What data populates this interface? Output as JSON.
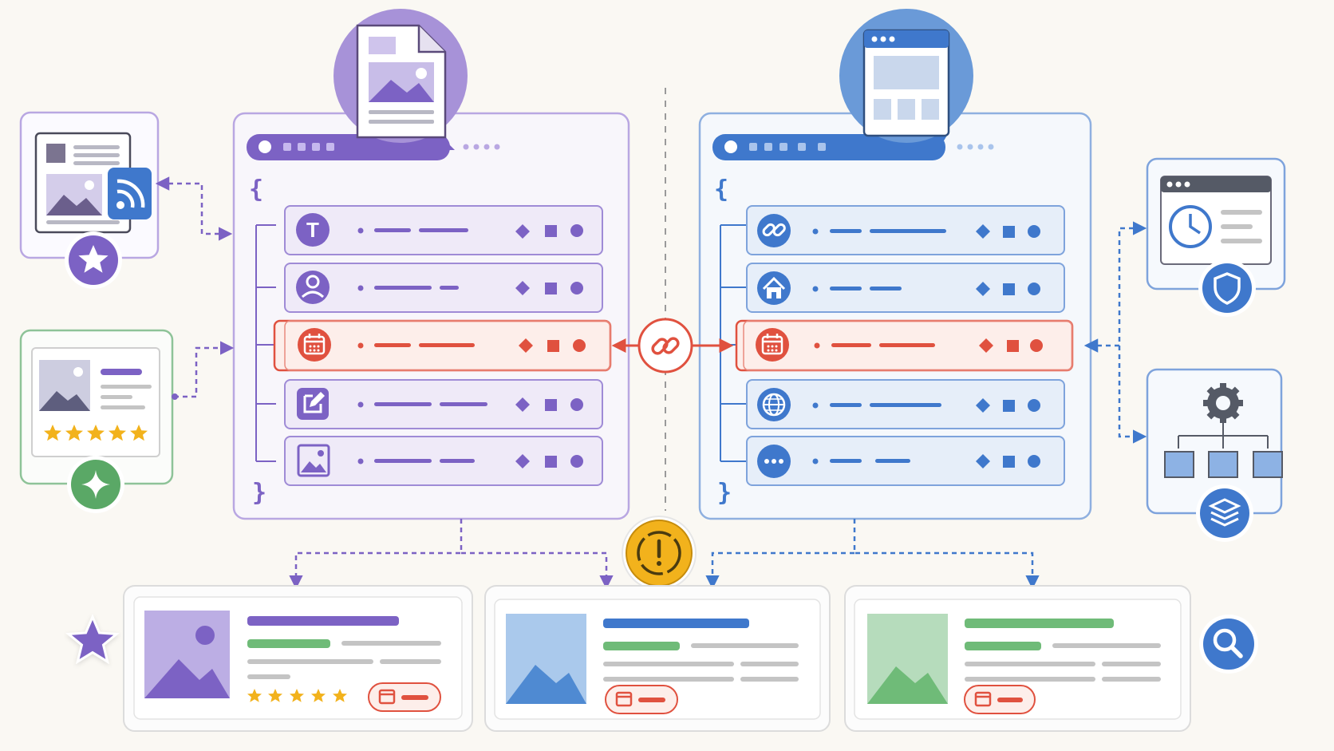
{
  "braces": {
    "open": "{",
    "close": "}"
  },
  "colors": {
    "purple": "#7c62c4",
    "purple_light": "#efeaf8",
    "blue": "#3f78cc",
    "blue_light": "#e6eef9",
    "red": "#e0513f",
    "red_light": "#fdeeea",
    "green": "#5aa866",
    "green_light": "#e3f1e5",
    "gold": "#f2b21c",
    "bg": "#faf8f3"
  },
  "left_panel": {
    "top_icon": "document-image-icon",
    "rows": [
      {
        "icon": "text-type-icon",
        "glyph": "T",
        "highlighted": false
      },
      {
        "icon": "user-icon",
        "highlighted": false
      },
      {
        "icon": "calendar-icon",
        "highlighted": true
      },
      {
        "icon": "edit-icon",
        "highlighted": false
      },
      {
        "icon": "image-icon",
        "highlighted": false
      }
    ]
  },
  "right_panel": {
    "top_icon": "web-page-icon",
    "rows": [
      {
        "icon": "link-icon",
        "highlighted": false
      },
      {
        "icon": "home-icon",
        "highlighted": false
      },
      {
        "icon": "calendar-icon",
        "highlighted": true
      },
      {
        "icon": "globe-icon",
        "highlighted": false
      },
      {
        "icon": "more-icon",
        "highlighted": false
      }
    ]
  },
  "center_connector": {
    "icon": "link-icon"
  },
  "alert_node": {
    "icon": "alert-icon"
  },
  "side_cards": {
    "rss_card": {
      "icon": "rss-icon",
      "badge": "star-icon"
    },
    "review_card": {
      "stars": 5,
      "badge": "sparkle-icon"
    },
    "schedule_card": {
      "icon": "clock-icon",
      "badge": "shield-icon"
    },
    "hierarchy_card": {
      "icon": "gear-icon",
      "badge": "layers-icon"
    }
  },
  "result_cards": [
    {
      "accent": "purple",
      "stars": 5,
      "tag_icon": "calendar-icon"
    },
    {
      "accent": "blue",
      "tag_icon": "calendar-icon"
    },
    {
      "accent": "green",
      "tag_icon": "calendar-icon"
    }
  ],
  "decorations": {
    "left": "star-icon",
    "right": "search-icon"
  }
}
